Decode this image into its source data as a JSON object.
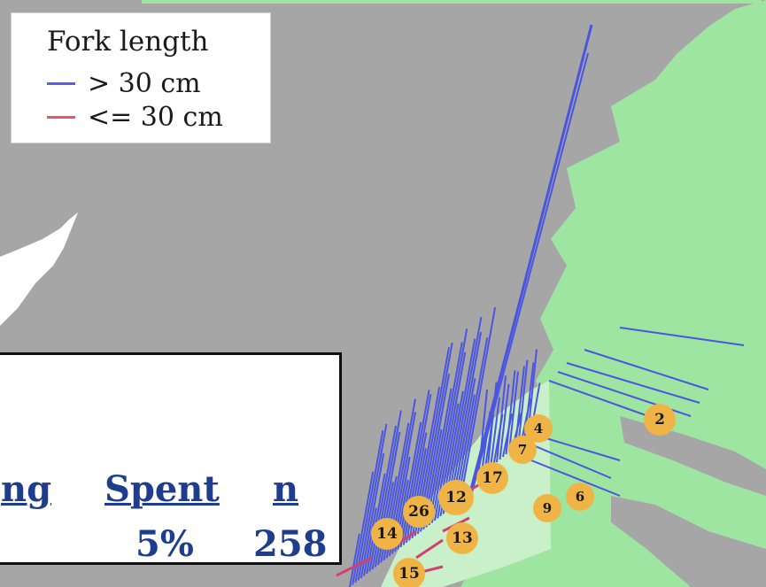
{
  "legend": {
    "title": "Fork length",
    "items": [
      {
        "label": "> 30 cm",
        "color": "#5560e8"
      },
      {
        "label": "<= 30 cm",
        "color": "#e8566a"
      }
    ]
  },
  "table": {
    "headers": [
      "ng",
      "Spent",
      "n"
    ],
    "row": [
      "5%",
      "258"
    ]
  },
  "stations": [
    "2",
    "4",
    "7",
    "17",
    "6",
    "9",
    "12",
    "26",
    "14",
    "13",
    "15"
  ],
  "colors": {
    "sea": "#a6a6a6",
    "land": "#9fe5a2",
    "land_light": "#c9f0c8",
    "marker": "#f0b446",
    "bar_large": "#4a56e0",
    "bar_small": "#d04070",
    "header_text": "#1f3d8f"
  }
}
